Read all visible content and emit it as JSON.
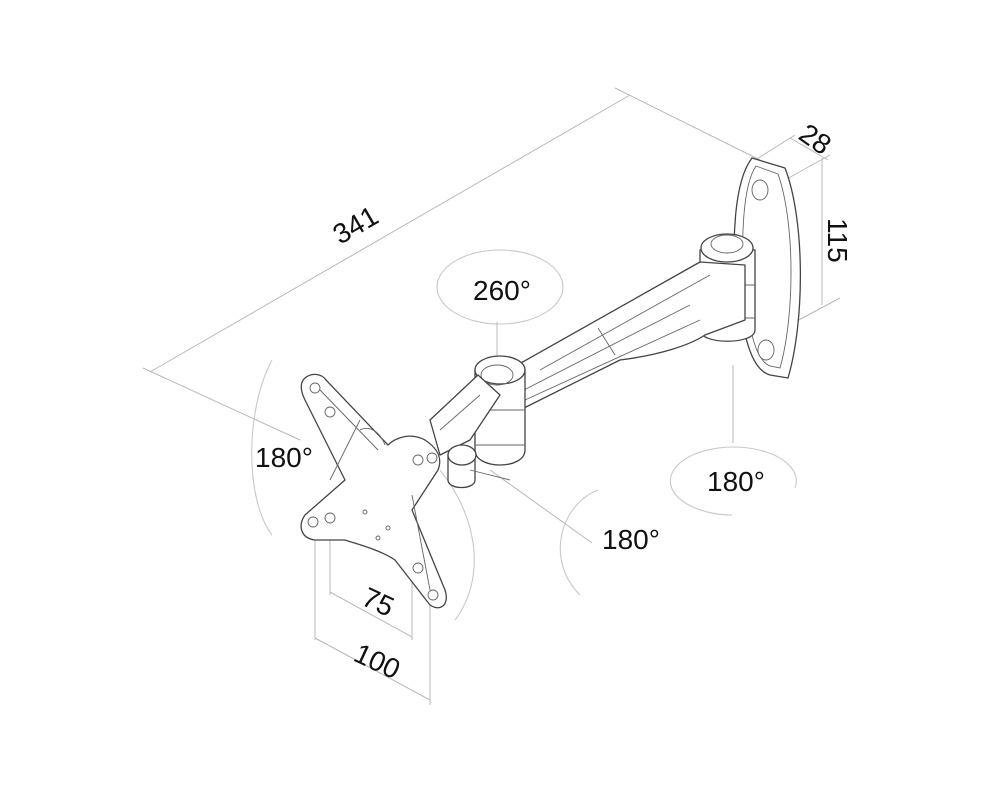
{
  "diagram": {
    "subject": "Monitor wall mount arm (technical drawing)",
    "dimensions": {
      "overall_length": "341",
      "wall_plate_depth": "28",
      "wall_plate_height": "115",
      "vesa_inner": "75",
      "vesa_outer": "100"
    },
    "rotations": {
      "middle_joint": "260°",
      "head_tilt": "180°",
      "wall_pivot": "180°",
      "head_swivel": "180°"
    },
    "colors": {
      "line": "#444444",
      "dimension_line": "#b8b8b8",
      "text": "#111111",
      "background": "#ffffff"
    }
  }
}
